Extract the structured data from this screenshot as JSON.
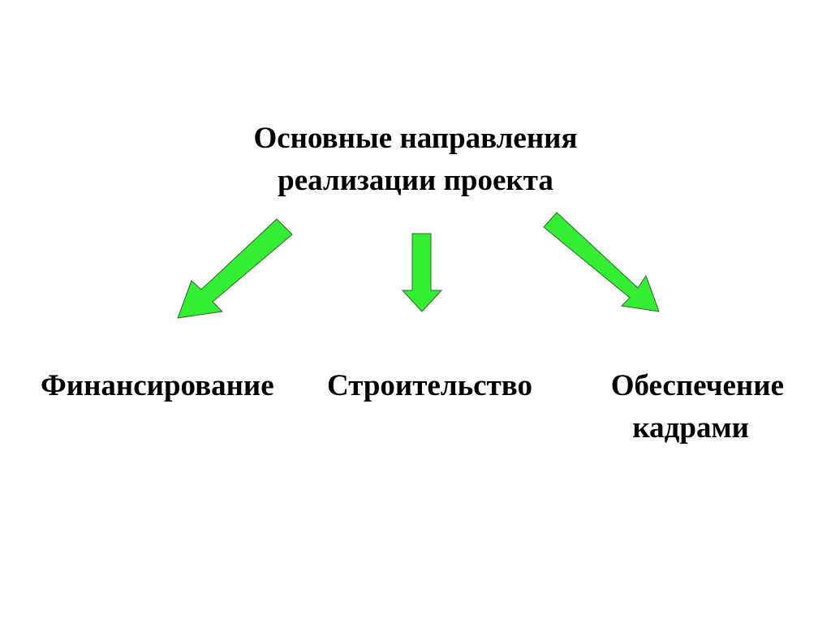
{
  "title": {
    "line1": "Основные направления",
    "line2": "реализации проекта"
  },
  "directions": [
    {
      "label": "Финансирование"
    },
    {
      "label": "Строительство"
    },
    {
      "label_line1": "Обеспечение",
      "label_line2": "кадрами"
    }
  ],
  "colors": {
    "arrow_fill": "#33ee33",
    "arrow_stroke": "#2a6a2a",
    "text": "#000000",
    "background": "#ffffff"
  }
}
